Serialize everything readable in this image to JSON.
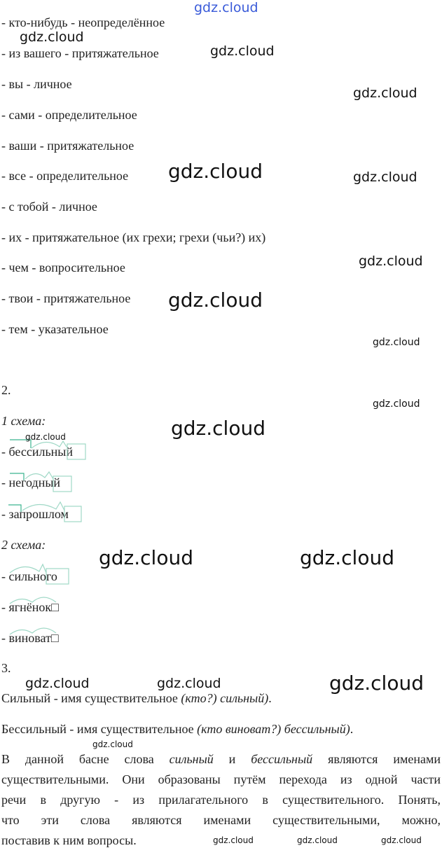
{
  "watermark": "gdz.cloud",
  "watermark_top_color": "#3a5bd9",
  "section1": {
    "items": [
      "- кто-нибудь - неопределённое",
      "- из вашего - притяжательное",
      "- вы - личное",
      "- сами - определительное",
      "- ваши - притяжательное",
      "- все - определительное",
      "- с тобой - личное",
      "- их - притяжательное (их грехи; грехи (чьи?) их)",
      "- чем - вопросительное",
      "- твои - притяжательное",
      "- тем - указательное"
    ]
  },
  "section2": {
    "number": "2.",
    "scheme1_label": "1 схема:",
    "scheme1_words": [
      "- бессильный",
      "- негодный",
      "- запрошлом"
    ],
    "scheme2_label": "2 схема:",
    "scheme2_words": [
      "- сильного",
      "- ягнёнок□",
      "- виноват□"
    ]
  },
  "section3": {
    "number": "3.",
    "p1_main": "Сильный - имя существительное ",
    "p1_italic": "(кто?) сильный)",
    "p1_end": ".",
    "p2_main": "Бессильный - имя существительное ",
    "p2_italic": "(кто виноват?) бессильный)",
    "p2_end": ".",
    "p3_a": "В данной басне слова ",
    "p3_b": "сильный",
    "p3_c": " и ",
    "p3_d": "бессильный",
    "p3_e": " являются именами",
    "p3_line2": "существительными. Они образованы путём перехода из одной части",
    "p3_line3": "речи в другую - из прилагательного в существительного. Понять,",
    "p3_line4": "что эти слова являются именами существительными, можно,",
    "p3_line5": "поставив к ним вопросы."
  }
}
